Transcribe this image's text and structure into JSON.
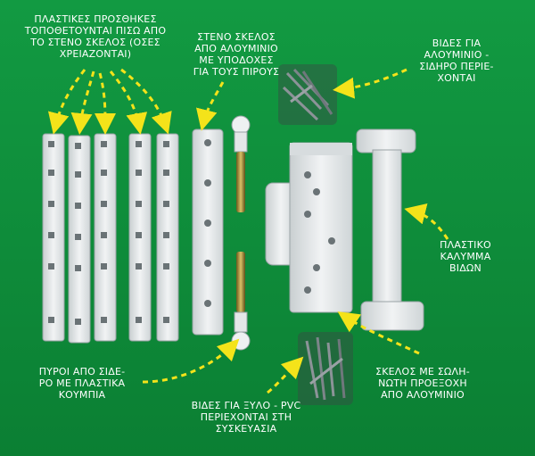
{
  "labels": {
    "inserts": "ΠΛΑΣΤΙΚΕΣ ΠΡΟΣΘΗΚΕΣ\nΤΟΠΟΘΕΤΟΥΝΤΑΙ ΠΙΣΩ ΑΠΟ\nΤΟ ΣΤΕΝΟ ΣΚΕΛΟΣ (ΟΣΕΣ\nΧΡΕΙΑΖΟΝΤΑΙ)",
    "narrow_leg": "ΣΤΕΝΟ ΣΚΕΛΟΣ\nΑΠΟ ΑΛΟΥΜΙΝΙΟ\nΜΕ ΥΠΟΔΟΧΕΣ\nΓΙΑ ΤΟΥΣ ΠΙΡΟΥΣ",
    "screws_aluminium": "ΒΙΔΕΣ ΓΙΑ\nΑΛΟΥΜΙΝΙΟ -\nΣΙΔΗΡΟ ΠΕΡΙΕ-\nΧΟΝΤΑΙ",
    "cover": "ΠΛΑΣΤΙΚΟ\nΚΑΛΥΜΜΑ\nΒΙΔΩΝ",
    "pins": "ΠΥΡΟΙ ΑΠΟ ΣΙΔΕ-\nΡΟ ΜΕ ΠΛΑΣΤΙΚΑ\nΚΟΥΜΠΙΑ",
    "screws_wood": "ΒΙΔΕΣ ΓΙΑ ΞΥΛΟ - PVC\nΠΕΡΙΕΧΟΝΤΑΙ ΣΤΗ\nΣΥΣΚΕΥΑΣΙΑ",
    "tube_leg": "ΣΚΕΛΟΣ ΜΕ ΣΩΛΗ-\nΝΩΤΗ ΠΡΟΕΞΟΧΗ\nΑΠΟ ΑΛΟΥΜΙΝΙΟ"
  },
  "colors": {
    "background": "#0f8e3b",
    "arrow": "#f4e31a",
    "part": "#e6e9ea",
    "part_shadow": "#b9c0c3"
  }
}
